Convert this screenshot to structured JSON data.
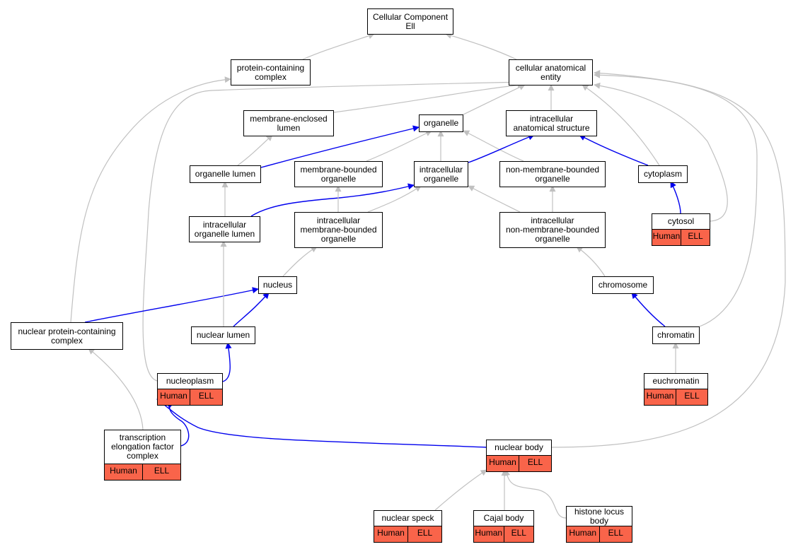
{
  "nodes": [
    {
      "id": "cc",
      "label": "Cellular Component\nEll"
    },
    {
      "id": "pcc",
      "label": "protein-containing\ncomplex"
    },
    {
      "id": "cae",
      "label": "cellular anatomical\nentity"
    },
    {
      "id": "mel",
      "label": "membrane-enclosed\nlumen"
    },
    {
      "id": "org",
      "label": "organelle"
    },
    {
      "id": "ias",
      "label": "intracellular\nanatomical structure"
    },
    {
      "id": "ol",
      "label": "organelle lumen"
    },
    {
      "id": "mbo",
      "label": "membrane-bounded\norganelle"
    },
    {
      "id": "io",
      "label": "intracellular\norganelle"
    },
    {
      "id": "nmbo",
      "label": "non-membrane-bounded\norganelle"
    },
    {
      "id": "cyto",
      "label": "cytoplasm"
    },
    {
      "id": "iol",
      "label": "intracellular\norganelle lumen"
    },
    {
      "id": "imbo",
      "label": "intracellular\nmembrane-bounded\norganelle"
    },
    {
      "id": "inmbo",
      "label": "intracellular\nnon-membrane-bounded\norganelle"
    },
    {
      "id": "cytosol",
      "label": "cytosol",
      "tags": [
        "Human",
        "ELL"
      ]
    },
    {
      "id": "nuc",
      "label": "nucleus"
    },
    {
      "id": "chrom",
      "label": "chromosome"
    },
    {
      "id": "npcc",
      "label": "nuclear protein-containing\ncomplex"
    },
    {
      "id": "nl",
      "label": "nuclear lumen"
    },
    {
      "id": "chromatin",
      "label": "chromatin"
    },
    {
      "id": "np",
      "label": "nucleoplasm",
      "tags": [
        "Human",
        "ELL"
      ]
    },
    {
      "id": "eu",
      "label": "euchromatin",
      "tags": [
        "Human",
        "ELL"
      ]
    },
    {
      "id": "tefc",
      "label": "transcription\nelongation factor\ncomplex",
      "tags": [
        "Human",
        "ELL"
      ]
    },
    {
      "id": "nb",
      "label": "nuclear body",
      "tags": [
        "Human",
        "ELL"
      ]
    },
    {
      "id": "ns",
      "label": "nuclear speck",
      "tags": [
        "Human",
        "ELL"
      ]
    },
    {
      "id": "cb",
      "label": "Cajal body",
      "tags": [
        "Human",
        "ELL"
      ]
    },
    {
      "id": "hlb",
      "label": "histone locus\nbody",
      "tags": [
        "Human",
        "ELL"
      ]
    }
  ],
  "edges": [
    {
      "from": "pcc",
      "to": "cc",
      "color": "#c0c0c0"
    },
    {
      "from": "cae",
      "to": "cc",
      "color": "#c0c0c0"
    },
    {
      "from": "mel",
      "to": "cae",
      "color": "#c0c0c0"
    },
    {
      "from": "org",
      "to": "cae",
      "color": "#c0c0c0"
    },
    {
      "from": "ias",
      "to": "cae",
      "color": "#c0c0c0"
    },
    {
      "from": "cyto",
      "to": "cae",
      "color": "#c0c0c0"
    },
    {
      "from": "cytosol",
      "to": "cae",
      "color": "#c0c0c0"
    },
    {
      "from": "chromatin",
      "to": "cae",
      "color": "#c0c0c0"
    },
    {
      "from": "nb",
      "to": "cae",
      "color": "#c0c0c0"
    },
    {
      "from": "np",
      "to": "cae",
      "color": "#c0c0c0"
    },
    {
      "from": "npcc",
      "to": "pcc",
      "color": "#c0c0c0"
    },
    {
      "from": "ol",
      "to": "mel",
      "color": "#c0c0c0"
    },
    {
      "from": "ol",
      "to": "org",
      "color": "#0000ee"
    },
    {
      "from": "mbo",
      "to": "org",
      "color": "#c0c0c0"
    },
    {
      "from": "io",
      "to": "org",
      "color": "#c0c0c0"
    },
    {
      "from": "nmbo",
      "to": "org",
      "color": "#c0c0c0"
    },
    {
      "from": "io",
      "to": "ias",
      "color": "#0000ee"
    },
    {
      "from": "cyto",
      "to": "ias",
      "color": "#0000ee"
    },
    {
      "from": "iol",
      "to": "ol",
      "color": "#c0c0c0"
    },
    {
      "from": "iol",
      "to": "io",
      "color": "#0000ee"
    },
    {
      "from": "imbo",
      "to": "mbo",
      "color": "#c0c0c0"
    },
    {
      "from": "imbo",
      "to": "io",
      "color": "#c0c0c0"
    },
    {
      "from": "inmbo",
      "to": "io",
      "color": "#c0c0c0"
    },
    {
      "from": "inmbo",
      "to": "nmbo",
      "color": "#c0c0c0"
    },
    {
      "from": "cytosol",
      "to": "cyto",
      "color": "#0000ee"
    },
    {
      "from": "nuc",
      "to": "imbo",
      "color": "#c0c0c0"
    },
    {
      "from": "chrom",
      "to": "inmbo",
      "color": "#c0c0c0"
    },
    {
      "from": "npcc",
      "to": "nuc",
      "color": "#0000ee"
    },
    {
      "from": "nl",
      "to": "nuc",
      "color": "#0000ee"
    },
    {
      "from": "nl",
      "to": "iol",
      "color": "#c0c0c0"
    },
    {
      "from": "chromatin",
      "to": "chrom",
      "color": "#0000ee"
    },
    {
      "from": "np",
      "to": "nl",
      "color": "#0000ee"
    },
    {
      "from": "eu",
      "to": "chromatin",
      "color": "#c0c0c0"
    },
    {
      "from": "tefc",
      "to": "npcc",
      "color": "#c0c0c0"
    },
    {
      "from": "tefc",
      "to": "np",
      "color": "#0000ee"
    },
    {
      "from": "nb",
      "to": "np",
      "color": "#0000ee"
    },
    {
      "from": "ns",
      "to": "nb",
      "color": "#c0c0c0"
    },
    {
      "from": "cb",
      "to": "nb",
      "color": "#c0c0c0"
    },
    {
      "from": "hlb",
      "to": "nb",
      "color": "#c0c0c0"
    }
  ]
}
